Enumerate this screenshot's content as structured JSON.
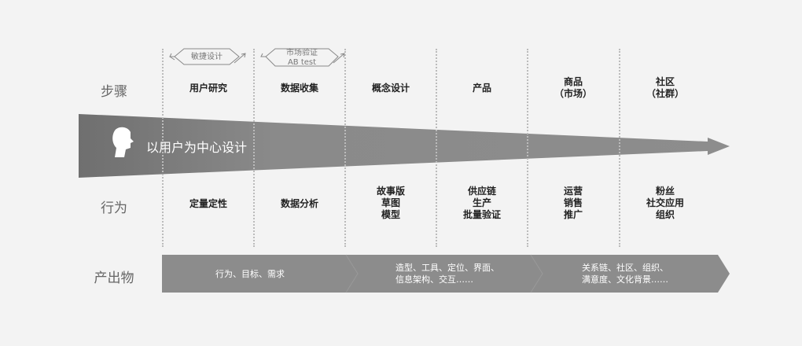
{
  "row_labels": {
    "steps": "步骤",
    "actions": "行为",
    "outputs": "产出物"
  },
  "loops": [
    {
      "label": "敏捷设计"
    },
    {
      "label_line1": "市场验证",
      "label_line2": "AB test"
    }
  ],
  "steps": [
    {
      "line1": "用户研究"
    },
    {
      "line1": "数据收集"
    },
    {
      "line1": "概念设计"
    },
    {
      "line1": "产品"
    },
    {
      "line1": "商品",
      "line2": "（市场）"
    },
    {
      "line1": "社区",
      "line2": "（社群）"
    }
  ],
  "arrow_label": "以用户为中心设计",
  "actions": [
    {
      "line1": "定量定性"
    },
    {
      "line1": "数据分析"
    },
    {
      "line1": "故事版",
      "line2": "草图",
      "line3": "模型"
    },
    {
      "line1": "供应链",
      "line2": "生产",
      "line3": "批量验证"
    },
    {
      "line1": "运营",
      "line2": "销售",
      "line3": "推广"
    },
    {
      "line1": "粉丝",
      "line2": "社交应用",
      "line3": "组织"
    }
  ],
  "outputs": [
    {
      "line1": "行为、目标、需求"
    },
    {
      "line1": "造型、工具、定位、界面、",
      "line2": "信息架构、交互……"
    },
    {
      "line1": "关系链、社区、组织、",
      "line2": "满意度、文化背景……"
    }
  ],
  "colors": {
    "background": "#f3f3f3",
    "bar": "#8c8c8c",
    "wedge": "#888888"
  }
}
